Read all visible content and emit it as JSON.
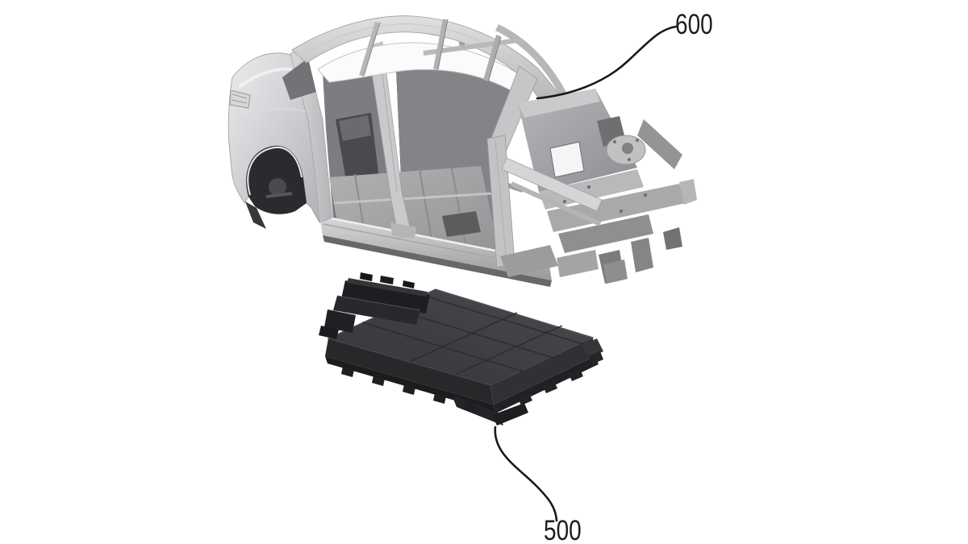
{
  "figure": {
    "background_color": "#ffffff",
    "annotation_color": "#1c1c1e",
    "annotations": [
      {
        "text": "600",
        "target": "car-body-frame"
      },
      {
        "text": "500",
        "target": "battery-pack"
      }
    ],
    "parts": {
      "car_body_frame": {
        "label": "600",
        "color": "#c7c8ca"
      },
      "battery_pack": {
        "label": "500",
        "color": "#3a3b3e"
      }
    }
  }
}
